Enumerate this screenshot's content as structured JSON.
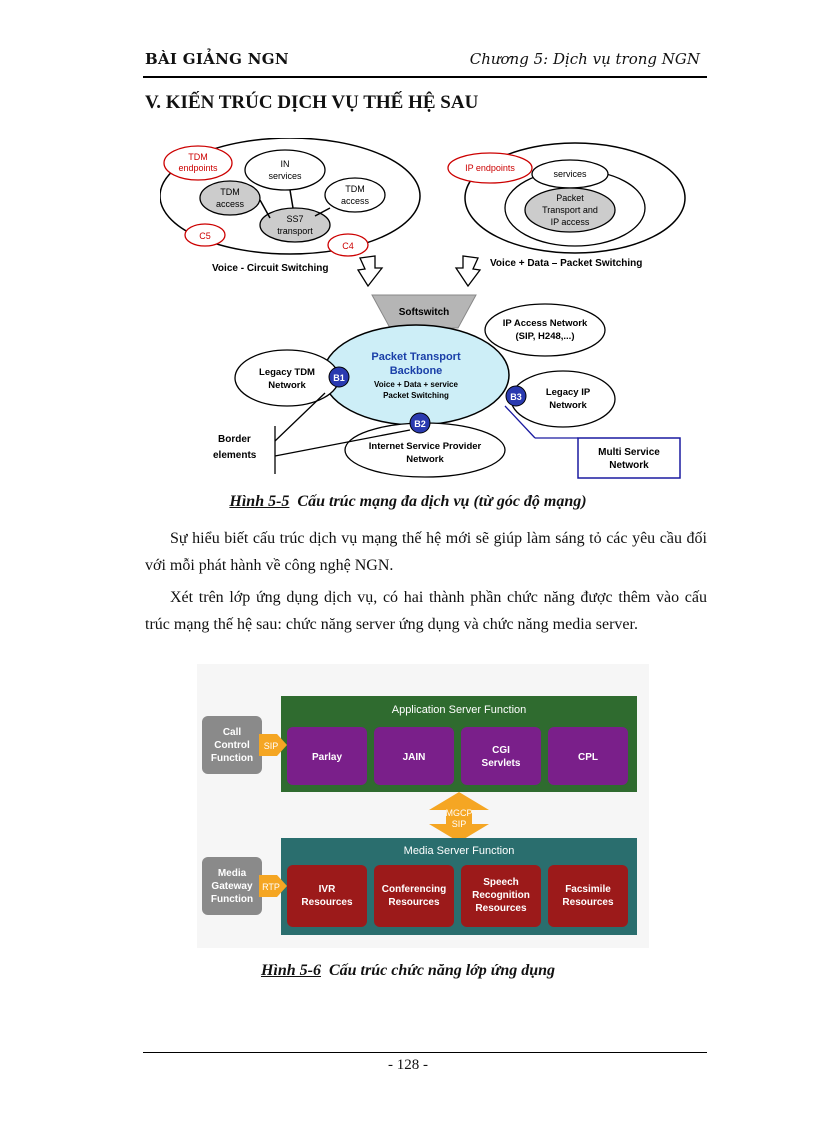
{
  "header": {
    "left": "BÀI GIẢNG NGN",
    "right": "Chương 5: Dịch vụ trong NGN"
  },
  "section_title": "V. KIẾN TRÚC DỊCH VỤ THẾ HỆ SAU",
  "figure1": {
    "labels": {
      "tdm_endpoints_1": "TDM",
      "tdm_endpoints_2": "endpoints",
      "tdm_access_left_1": "TDM",
      "tdm_access_left_2": "access",
      "in_services_1": "IN",
      "in_services_2": "services",
      "tdm_access_right_1": "TDM",
      "tdm_access_right_2": "access",
      "ss7_1": "SS7",
      "ss7_2": "transport",
      "c5": "C5",
      "c4": "C4",
      "ip_endpoints": "IP endpoints",
      "services": "services",
      "packet_transport_1": "Packet",
      "packet_transport_2": "Transport and",
      "packet_transport_3": "IP access",
      "voice_circuit": "Voice - Circuit Switching",
      "voice_data_packet": "Voice + Data – Packet Switching",
      "softswitch": "Softswitch",
      "ip_access_1": "IP Access Network",
      "ip_access_2": "(SIP, H248,...)",
      "backbone_1": "Packet Transport",
      "backbone_2": "Backbone",
      "backbone_3": "Voice + Data + service",
      "backbone_4": "Packet Switching",
      "legacy_tdm_1": "Legacy TDM",
      "legacy_tdm_2": "Network",
      "b1": "B1",
      "b2": "B2",
      "b3": "B3",
      "legacy_ip_1": "Legacy IP",
      "legacy_ip_2": "Network",
      "isp_1": "Internet Service Provider",
      "isp_2": "Network",
      "border_1": "Border",
      "border_2": "elements",
      "multi_1": "Multi Service",
      "multi_2": "Network"
    },
    "caption_num": "Hình 5-5",
    "caption_text": "Cấu trúc mạng đa dịch vụ (từ góc độ mạng)"
  },
  "paragraphs": [
    "Sự hiểu biết cấu trúc dịch vụ mạng thế hệ mới sẽ giúp làm sáng tỏ các yêu cầu đối với mỗi phát hành về công nghệ NGN.",
    "Xét trên lớp ứng dụng dịch vụ, có hai thành phần chức năng được thêm vào cấu trúc mạng thế hệ sau: chức năng server ứng dụng và chức năng media server."
  ],
  "figure2": {
    "app_server_title": "Application Server Function",
    "media_server_title": "Media Server Function",
    "call_control_1": "Call",
    "call_control_2": "Control",
    "call_control_3": "Function",
    "sip_tag": "SIP",
    "media_gateway_1": "Media",
    "media_gateway_2": "Gateway",
    "media_gateway_3": "Function",
    "rtp_tag": "RTP",
    "mgcp_1": "MGCP",
    "mgcp_2": "SIP",
    "app_boxes": [
      "Parlay",
      "JAIN",
      "CGI",
      "Servlets",
      "CPL"
    ],
    "media_boxes": [
      "IVR",
      "Resources",
      "Conferencing",
      "Resources",
      "Speech",
      "Recognition",
      "Resources",
      "Facsimile",
      "Resources"
    ],
    "caption_num": "Hình 5-6",
    "caption_text": "Cấu trúc chức năng lớp ứng dụng",
    "colors": {
      "app_bg": "#2f6b2f",
      "app_box": "#7a1f8a",
      "media_bg": "#2a6e6e",
      "media_box": "#9c1a1a",
      "grey_box": "#8a8a8a",
      "tag": "#f5a623"
    }
  },
  "page_number": "- 128 -"
}
